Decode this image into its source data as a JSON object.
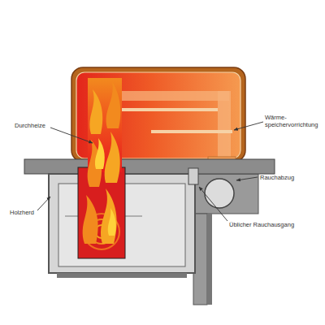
{
  "diagram": {
    "labels": [
      "Durchheize",
      "Wärme- speichervorrichtung",
      "Rauchabzug",
      "Holzherd",
      "Üblicher Rauchausgang"
    ]
  }
}
